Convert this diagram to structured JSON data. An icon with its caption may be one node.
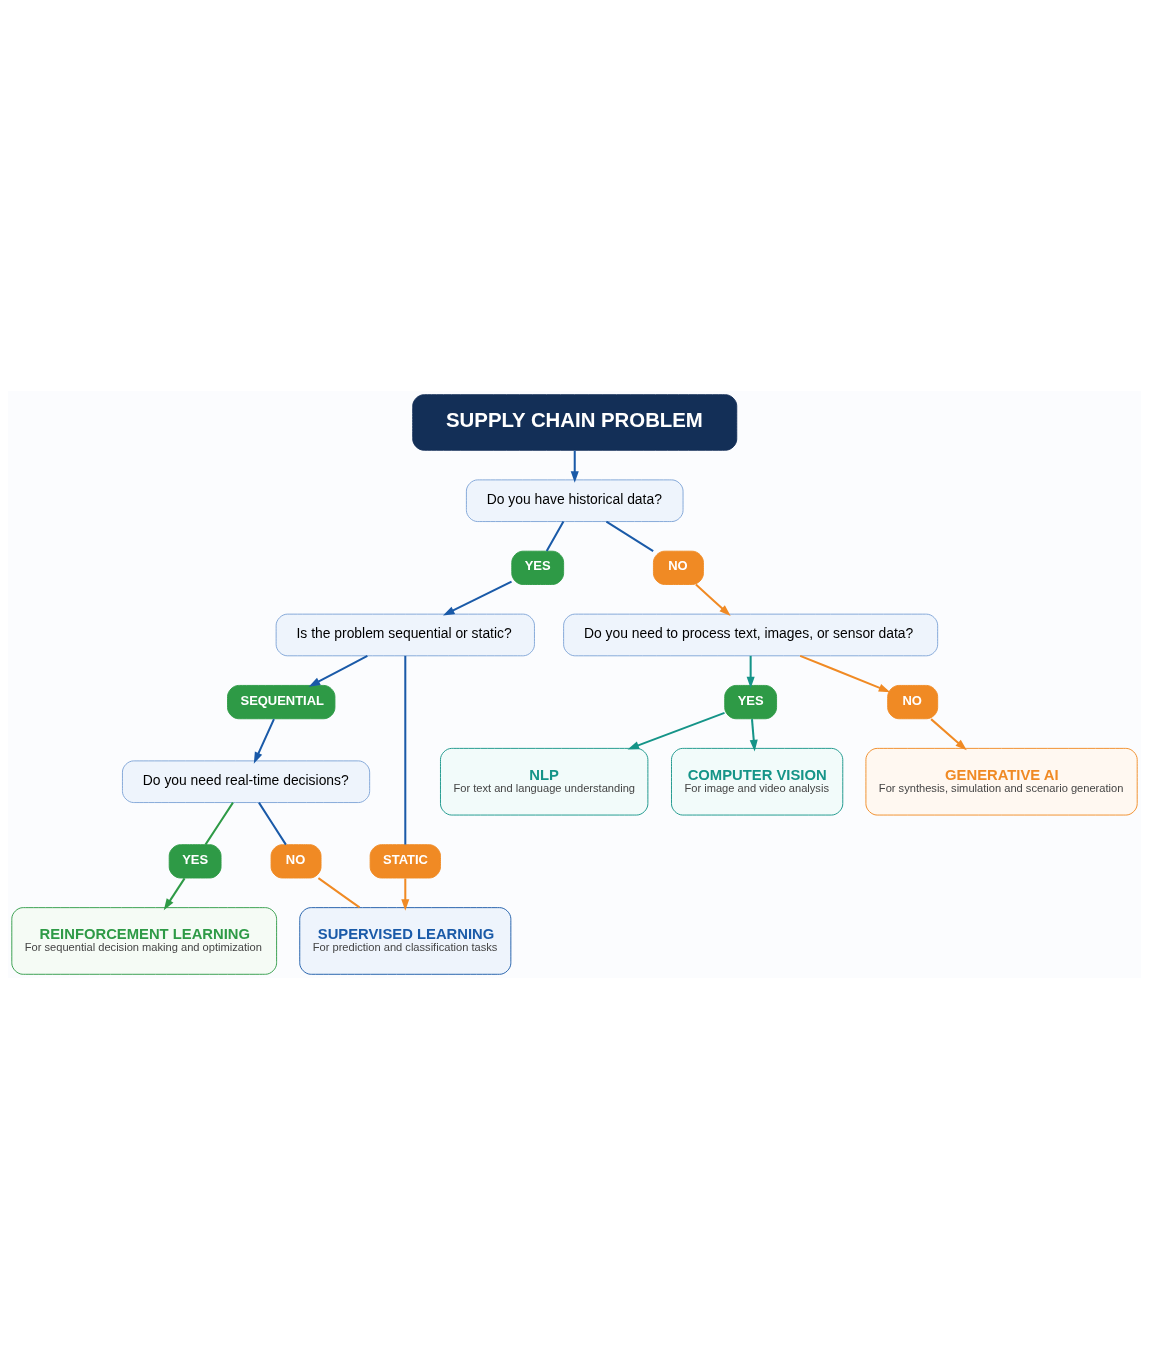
{
  "diagram": {
    "nodes": [
      {
        "text": [
          "SUPPLY CHAIN PROBLEM"
        ]
      },
      {
        "text": [
          "Do you have historical data?"
        ]
      },
      {
        "text": [
          "YES"
        ]
      },
      {
        "text": [
          "NO"
        ]
      },
      {
        "text": [
          "Is the problem sequential or static?"
        ]
      },
      {
        "text": [
          "Do you need to process text, images, or sensor data?"
        ]
      },
      {
        "text": [
          "SEQUENTIAL"
        ]
      },
      {
        "text": [
          "STATIC"
        ]
      },
      {
        "text": [
          "YES"
        ]
      },
      {
        "text": [
          "NO"
        ]
      },
      {
        "text": [
          "Do you need real-time decisions?"
        ]
      },
      {
        "text": [
          "YES"
        ]
      },
      {
        "text": [
          "NO"
        ]
      },
      {
        "text": [
          "REINFORCEMENT LEARNING",
          "For sequential decision making and optimization"
        ]
      },
      {
        "text": [
          "SUPERVISED LEARNING",
          "For prediction and classification tasks"
        ]
      },
      {
        "text": [
          "NLP",
          "For text and language understanding"
        ]
      },
      {
        "text": [
          "COMPUTER VISION",
          "For image and video analysis"
        ]
      },
      {
        "text": [
          "GENERATIVE AI",
          "For synthesis, simulation and scenario generation"
        ]
      }
    ],
    "edges": [
      {
        "from": 0,
        "to": 1,
        "arrow": "to"
      },
      {
        "from": 1,
        "to": 2,
        "arrow": "none"
      },
      {
        "from": 1,
        "to": 3,
        "arrow": "none"
      },
      {
        "from": 2,
        "to": 4,
        "arrow": "to"
      },
      {
        "from": 3,
        "to": 5,
        "arrow": "to",
        "color": "#f08a24"
      },
      {
        "from": 4,
        "to": 6,
        "arrow": "to"
      },
      {
        "from": 4,
        "to": 7,
        "arrow": "none"
      },
      {
        "from": 6,
        "to": 10,
        "arrow": "to"
      },
      {
        "from": 7,
        "to": 14,
        "arrow": "to",
        "color": "#f08a24"
      },
      {
        "from": 5,
        "to": 8,
        "arrow": "to",
        "color": "#159488"
      },
      {
        "from": 5,
        "to": 9,
        "arrow": "to",
        "color": "#f08a24"
      },
      {
        "from": 8,
        "to": 15,
        "arrow": "to",
        "color": "#159488"
      },
      {
        "from": 8,
        "to": 16,
        "arrow": "to",
        "color": "#159488"
      },
      {
        "from": 9,
        "to": 17,
        "arrow": "to",
        "color": "#f08a24"
      },
      {
        "from": 10,
        "to": 11,
        "arrow": "none",
        "color": "#2e9a46"
      },
      {
        "from": 10,
        "to": 12,
        "arrow": "none"
      },
      {
        "from": 11,
        "to": 13,
        "arrow": "to",
        "color": "#2e9a46"
      },
      {
        "from": 12,
        "to": 14,
        "arrow": "none",
        "color": "#f08a24"
      }
    ]
  }
}
